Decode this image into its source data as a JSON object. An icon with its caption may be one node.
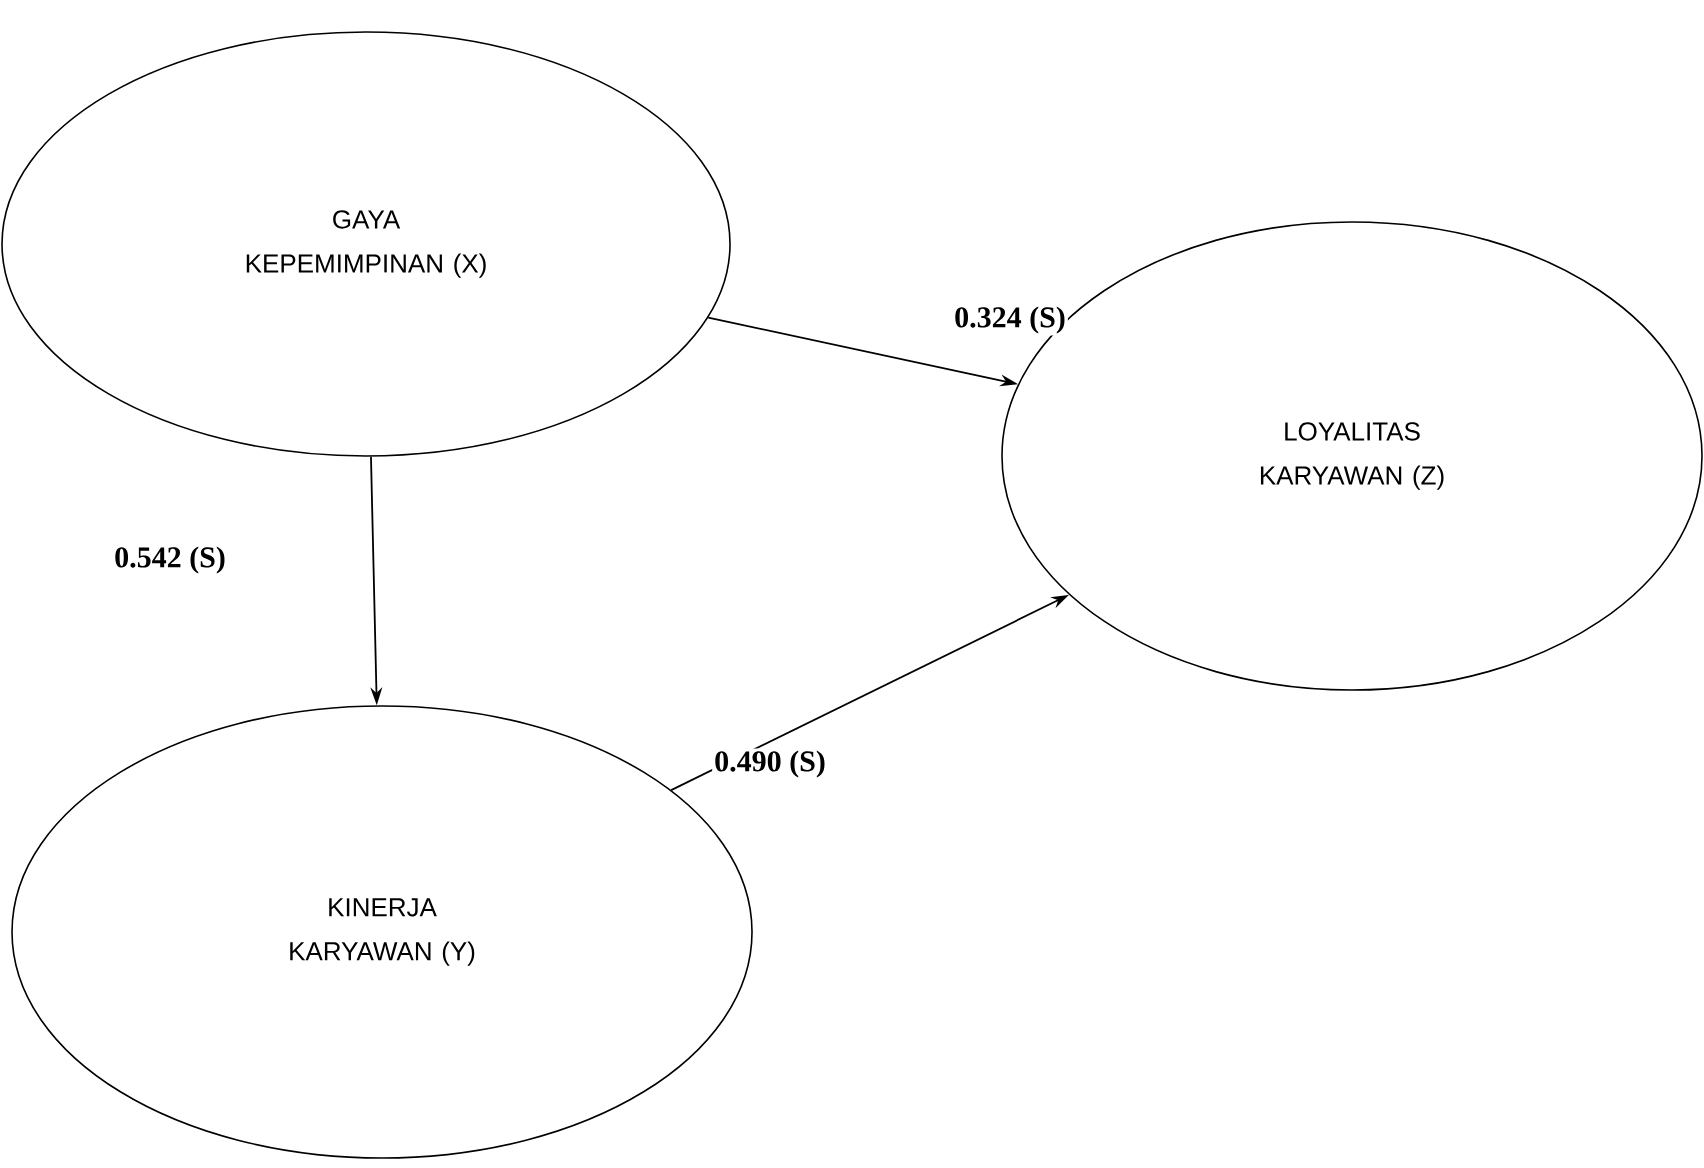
{
  "diagram": {
    "nodes": [
      {
        "text": [
          "GAYA KEPEMIMPINAN (X)"
        ]
      },
      {
        "text": [
          "KINERJA KARYAWAN (Y)"
        ]
      },
      {
        "text": [
          "LOYALITAS KARYAWAN (Z)"
        ]
      }
    ],
    "edges": [
      {
        "from": 0,
        "to": 2,
        "arrow": "to",
        "label": "0.324 (S)"
      },
      {
        "from": 0,
        "to": 1,
        "arrow": "to",
        "label": "0.542 (S)"
      },
      {
        "from": 1,
        "to": 2,
        "arrow": "to",
        "label": "0.490 (S)"
      }
    ]
  }
}
